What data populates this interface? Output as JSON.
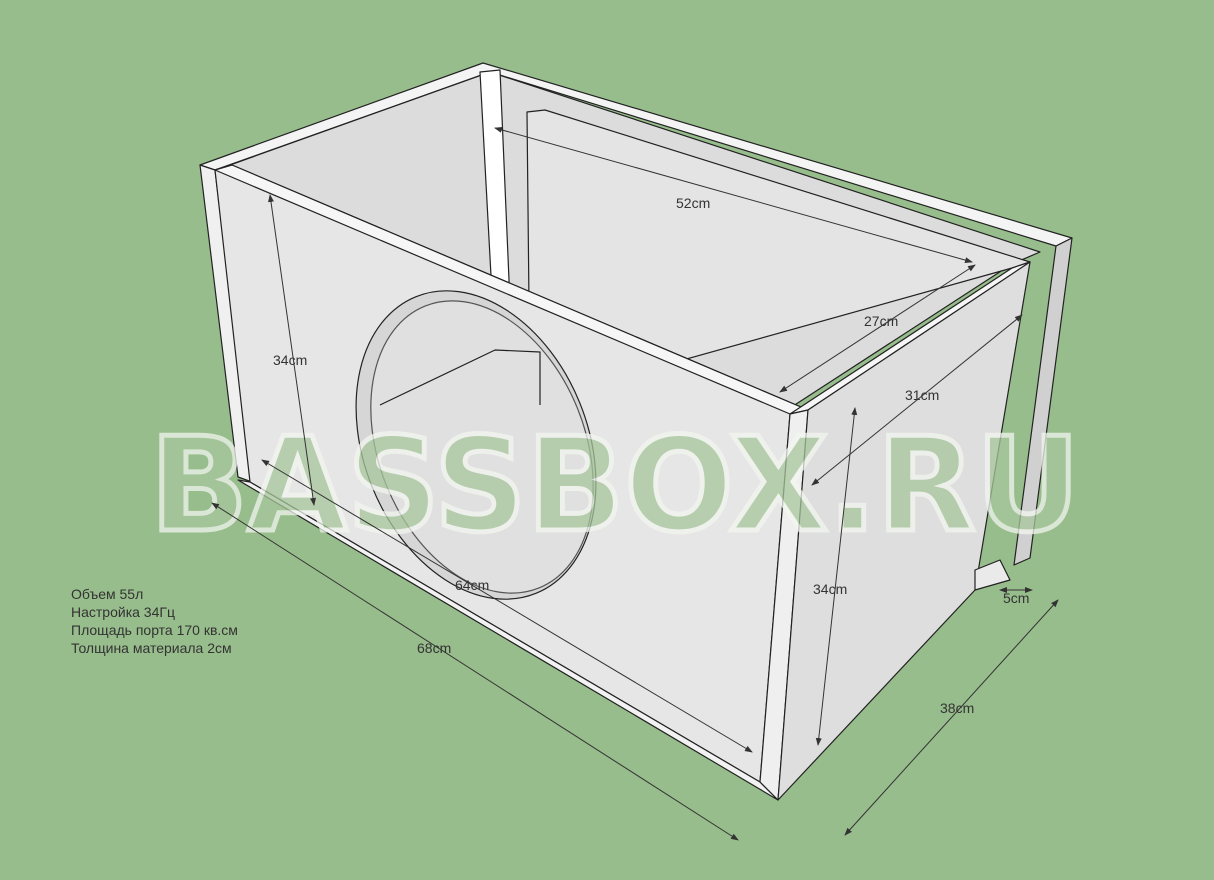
{
  "watermark": "BASSBOX.RU",
  "dimensions": {
    "inner_length": "52cm",
    "inner_depth": "27cm",
    "side_depth": "31cm",
    "front_height": "34cm",
    "side_height": "34cm",
    "inner_width": "64cm",
    "outer_length": "68cm",
    "outer_depth": "38cm",
    "port_width": "5cm"
  },
  "specs": [
    "Объем 55л",
    "Настройка 34Гц",
    "Площадь порта 170 кв.см",
    "Толщина материала 2см"
  ],
  "colors": {
    "background": "#98bd8c"
  }
}
